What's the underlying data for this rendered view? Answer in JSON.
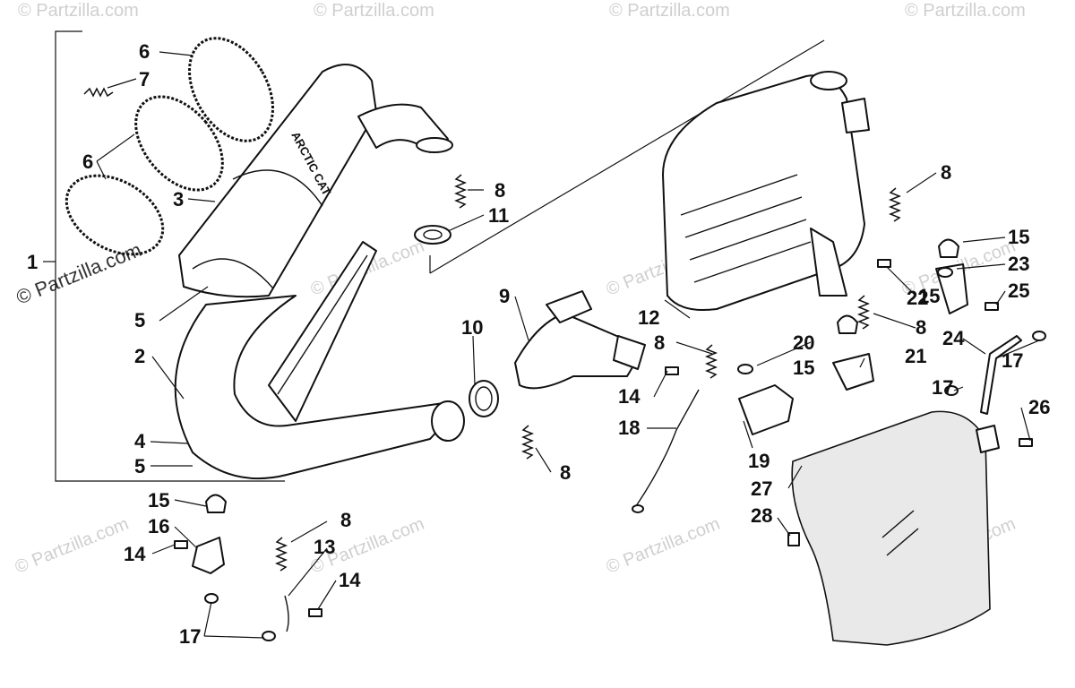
{
  "diagram": {
    "watermark": "© Partzilla.com",
    "brand_text": "ARCTIC CAT",
    "callouts": [
      "1",
      "2",
      "3",
      "4",
      "5",
      "5",
      "6",
      "6",
      "7",
      "8",
      "8",
      "8",
      "8",
      "8",
      "8",
      "9",
      "10",
      "11",
      "12",
      "13",
      "14",
      "14",
      "14",
      "15",
      "15",
      "15",
      "15",
      "16",
      "17",
      "17",
      "17",
      "18",
      "19",
      "20",
      "21",
      "22",
      "23",
      "24",
      "25",
      "26",
      "27",
      "28"
    ]
  }
}
